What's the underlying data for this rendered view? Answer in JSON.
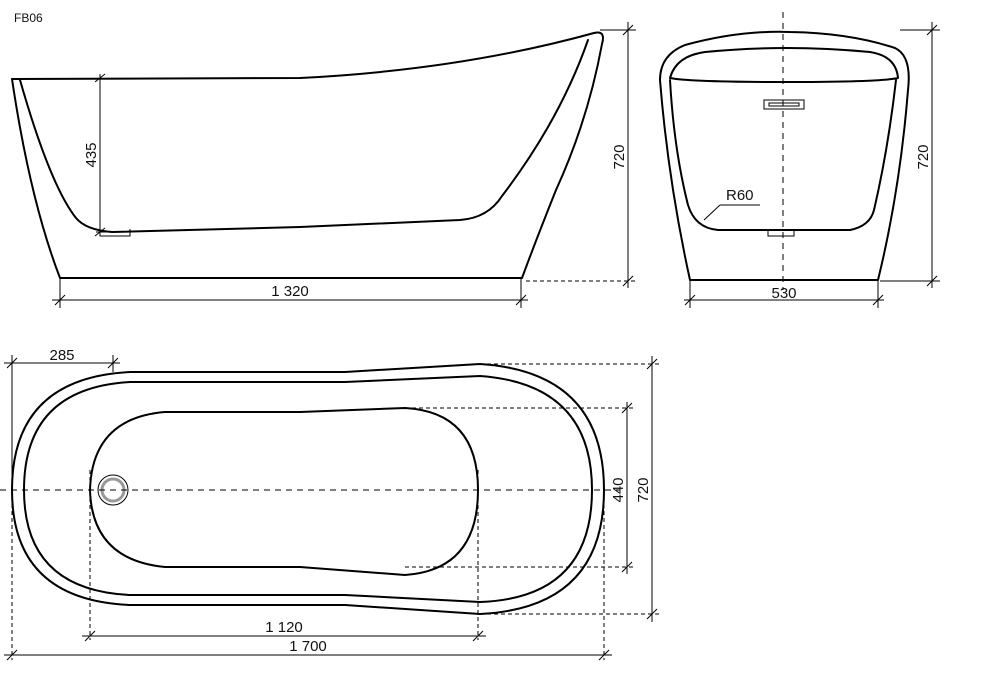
{
  "drawing": {
    "code": "FB06"
  },
  "dimensions": {
    "side_view": {
      "inner_depth": "435",
      "length_bottom": "1 320",
      "height": "720"
    },
    "end_view": {
      "width_bottom": "530",
      "height": "720",
      "radius": "R60"
    },
    "top_view": {
      "drain_offset": "285",
      "inner_width": "440",
      "outer_width": "720",
      "inner_length": "1 120",
      "outer_length": "1 700"
    }
  }
}
